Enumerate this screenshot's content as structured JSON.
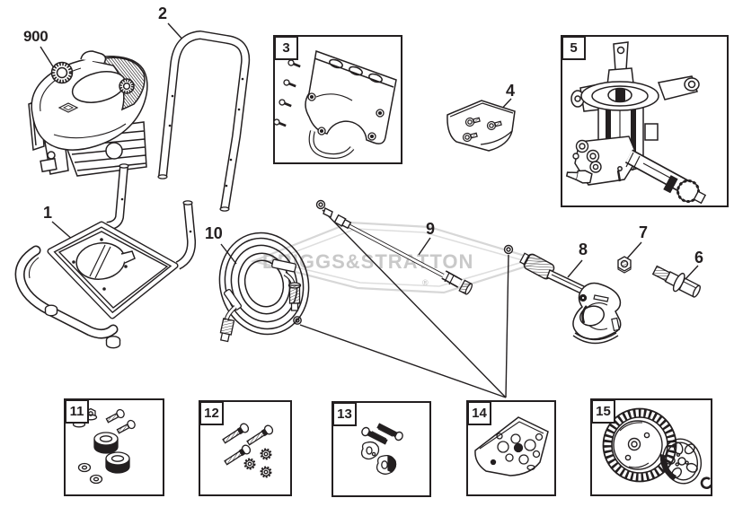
{
  "watermark": {
    "text": "BRIGGS&STRATTON",
    "registered_symbol": "®"
  },
  "callouts": {
    "engine": "900",
    "frame": "1",
    "handle": "2",
    "bracket_kit": "3",
    "hardware_bag": "4",
    "pump_kit": "5",
    "adapter": "6",
    "nut": "7",
    "spray_gun": "8",
    "spray_wand": "9",
    "high_pressure_hose": "10",
    "isolator_kit": "11",
    "bolt_kit": "12",
    "knob_kit": "13",
    "oring_kit": "14",
    "wheel_kit": "15"
  },
  "colors": {
    "line": "#231f20",
    "watermark": "#c9c9c9",
    "background": "#ffffff"
  }
}
